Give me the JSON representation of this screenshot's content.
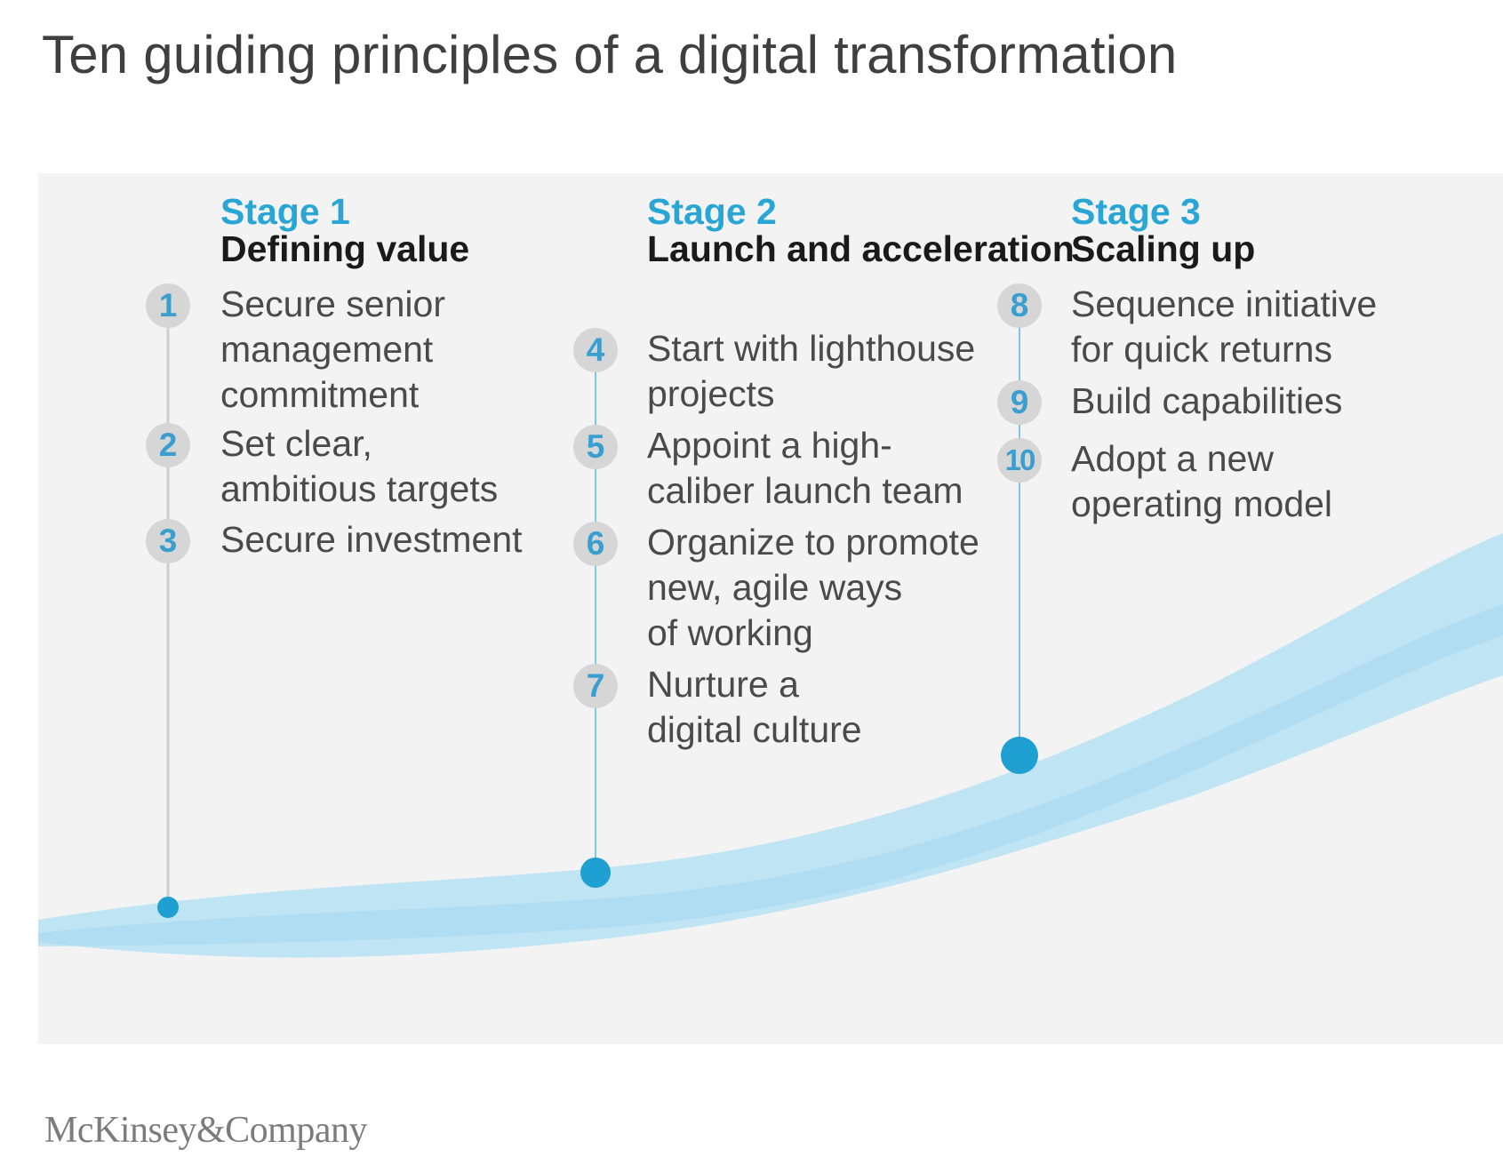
{
  "title": "Ten guiding principles of a digital transformation",
  "colors": {
    "accent": "#2aa6d6",
    "curve": "#bfe4f4",
    "node": "#1ea0d2",
    "panel": "#f3f3f3",
    "badge": "#d6d6d6"
  },
  "stages": [
    {
      "label": "Stage 1",
      "name": "Defining value",
      "items": [
        {
          "num": "1",
          "text": "Secure senior\nmanagement\ncommitment"
        },
        {
          "num": "2",
          "text": "Set clear,\nambitious targets"
        },
        {
          "num": "3",
          "text": "Secure investment"
        }
      ]
    },
    {
      "label": "Stage 2",
      "name": "Launch and\nacceleration",
      "items": [
        {
          "num": "4",
          "text": "Start with lighthouse\nprojects"
        },
        {
          "num": "5",
          "text": "Appoint a high-\ncaliber launch team"
        },
        {
          "num": "6",
          "text": "Organize to promote\nnew, agile ways\nof working"
        },
        {
          "num": "7",
          "text": "Nurture a\ndigital culture"
        }
      ]
    },
    {
      "label": "Stage 3",
      "name": "Scaling up",
      "items": [
        {
          "num": "8",
          "text": "Sequence initiative\nfor quick returns"
        },
        {
          "num": "9",
          "text": "Build capabilities"
        },
        {
          "num": "10",
          "text": "Adopt a new\noperating model"
        }
      ]
    }
  ],
  "footer": {
    "brand": "McKinsey&Company"
  }
}
